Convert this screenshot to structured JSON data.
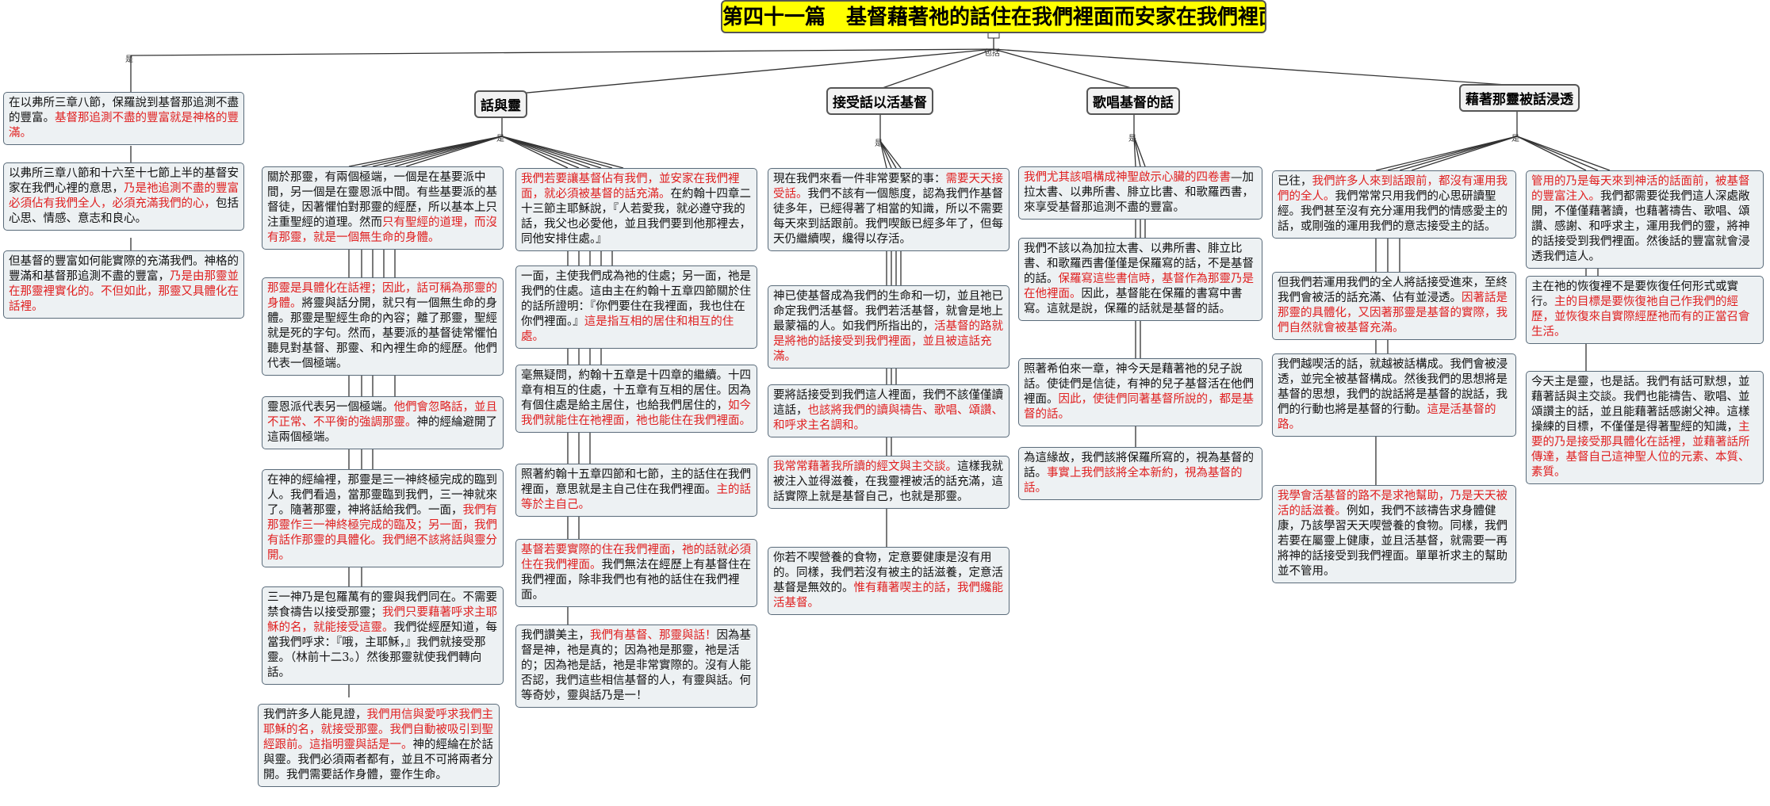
{
  "title": "第四十一篇　基督藉著祂的話住在我們裡面而安家在我們裡面",
  "connector_labels": {
    "is": "是",
    "includes": "包括"
  },
  "headers": {
    "word_spirit": "話與靈",
    "receive_word": "接受話以活基督",
    "sing_word": "歌唱基督的話",
    "spirit_pray_word": "藉著那靈被話浸透"
  },
  "left_nodes": [
    {
      "plain": "在以弗所三章八節，保羅說到基督那追測不盡的豐富。",
      "red": "基督那追測不盡的豐富就是神格的豐滿。",
      "tail": ""
    },
    {
      "plain": "以弗所三章八節和十六至十七節上半的基督安家在我們心裡的意思，",
      "red": "乃是祂追測不盡的豐富必須佔有我們全人，必須充滿我們的心，",
      "tail": "包括心思、情感、意志和良心。"
    },
    {
      "plain": "但基督的豐富如何能實際的充滿我們。神格的豐滿和基督那追測不盡的豐富，",
      "red": "乃是由那靈並在那靈裡實化的。不但如此，那靈又具體化在話裡。",
      "tail": ""
    }
  ],
  "col1": [
    {
      "plain": "關於那靈，有兩個極端，一個是在基要派中間，另一個是在靈恩派中間。有些基要派的基督徒，因著懼怕對那靈的經歷，所以基本上只注重聖經的道理。然而",
      "red": "只有聖經的道理，而沒有那靈，就是一個無生命的身體。",
      "tail": ""
    },
    {
      "plain": "",
      "red": "那靈是具體化在話裡；因此，話可稱為那靈的身體。",
      "tail": "將靈與話分開，就只有一個無生命的身體。那靈是聖經生命的內容；離了那靈，聖經就是死的字句。然而，基要派的基督徒常懼怕聽見對基督、那靈、和內裡生命的經歷。他們代表一個極端。"
    },
    {
      "plain": "靈恩派代表另一個極端。",
      "red": "他們會忽略話，並且不正常、不平衡的強調那靈。",
      "tail": "神的經綸避開了這兩個極端。"
    },
    {
      "plain": "在神的經綸裡，那靈是三一神終極完成的臨到人。我們看過，當那靈臨到我們，三一神就來了。隨著那靈，神將話給我們。一面，",
      "red": "我們有那靈作三一神終極完成的臨及；另一面，我們有話作那靈的具體化。我們絕不該將話與靈分開。",
      "tail": ""
    },
    {
      "plain": "三一神乃是包羅萬有的靈與我們同在。不需要禁食禱告以接受那靈；",
      "red": "我們只要藉著呼求主耶穌的名，就能接受這靈。",
      "tail": "我們從經歷知道，每當我們呼求：『哦，主耶穌，』我們就接受那靈。（林前十二3。）然後那靈就使我們轉向話。"
    },
    {
      "plain": "我們許多人能見證，",
      "red": "我們用信與愛呼求我們主耶穌的名，就接受那靈。我們自動被吸引到聖經跟前。這指明靈與話是一。",
      "tail": "神的經綸在於話與靈。我們必須兩者都有，並且不可將兩者分開。我們需要話作身體，靈作生命。"
    }
  ],
  "col2": [
    {
      "plain": "",
      "red": "我們若要讓基督佔有我們，並安家在我們裡面，就必須被基督的話充滿。",
      "tail": "在約翰十四章二十三節主耶穌說，『人若愛我，就必遵守我的話，我父也必愛他，並且我們要到他那裡去，同他安排住處。』"
    },
    {
      "plain": "一面，主使我們成為祂的住處；另一面，祂是我們的住處。這由主在約翰十五章四節關於住的話所證明：『你們要住在我裡面，我也住在你們裡面。』",
      "red": "這是指互相的居住和相互的住處。",
      "tail": ""
    },
    {
      "plain": "毫無疑問，約翰十五章是十四章的繼續。十四章有相互的住處，十五章有互相的居住。因為有個住處是給主居住，也給我們居住的，",
      "red": "如今我們就能住在祂裡面，祂也能住在我們裡面。",
      "tail": ""
    },
    {
      "plain": "照著約翰十五章四節和七節，主的話住在我們裡面，意思就是主自己住在我們裡面。",
      "red": "主的話等於主自己。",
      "tail": ""
    },
    {
      "plain": "",
      "red": "基督若要實際的住在我們裡面，祂的話就必須住在我們裡面。",
      "tail": "我們無法在經歷上有基督住在我們裡面，除非我們也有祂的話住在我們裡面。"
    },
    {
      "plain": "我們讚美主，",
      "red": "我們有基督、那靈與話！",
      "tail": "因為基督是神，祂是真的；因為祂是那靈，祂是活的；因為祂是話，祂是非常實際的。沒有人能否認，我們這些相信基督的人，有靈與話。何等奇妙，靈與話乃是一！"
    }
  ],
  "col3": [
    {
      "plain": "現在我們來看一件非常要緊的事：",
      "red": "需要天天接受話。",
      "tail": "我們不該有一個態度，認為我們作基督徒多年，已經得著了相當的知識，所以不需要每天來到話跟前。我們喫飯已經多年了，但每天仍繼續喫，纔得以存活。"
    },
    {
      "plain": "神已使基督成為我們的生命和一切，並且祂已命定我們活基督。我們若活基督，就會是地上最蒙福的人。如我們所指出的，",
      "red": "活基督的路就是將祂的話接受到我們裡面，並且被這話充滿。",
      "tail": ""
    },
    {
      "plain": "要將話接受到我們這人裡面，我們不該僅僅讀這話，",
      "red": "也該將我們的讀與禱告、歌唱、頌讚、和呼求主名調和。",
      "tail": ""
    },
    {
      "plain": "",
      "red": "我常常藉著我所讀的經文與主交談。",
      "tail": "這樣我就被注入並得滋養，在我靈裡被活的話充滿，這話實際上就是基督自己，也就是那靈。"
    },
    {
      "plain": "你若不喫營養的食物，定意要健康是沒有用的。同樣，我們若沒有被主的話滋養，定意活基督是無效的。",
      "red": "惟有藉著喫主的話，我們纔能活基督。",
      "tail": ""
    }
  ],
  "col4": [
    {
      "plain": "",
      "red": "我們尤其該唱構成神聖啟示心臟的四卷書",
      "tail": "—加拉太書、以弗所書、腓立比書、和歌羅西書，來享受基督那追測不盡的豐富。"
    },
    {
      "plain": "我們不該以為加拉太書、以弗所書、腓立比書、和歌羅西書僅僅是保羅寫的話，不是基督的話。",
      "red": "保羅寫這些書信時，基督作為那靈乃是在他裡面。",
      "tail": "因此，基督能在保羅的書寫中書寫。這就是說，保羅的話就是基督的話。"
    },
    {
      "plain": "照著希伯來一章，神今天是藉著祂的兒子說話。使徒們是信徒，有神的兒子基督活在他們裡面。",
      "red": "因此，使徒們同著基督所說的，都是基督的話。",
      "tail": ""
    },
    {
      "plain": "為這緣故，我們該將保羅所寫的，視為基督的話。",
      "red": "事實上我們該將全本新約，視為基督的話。",
      "tail": ""
    }
  ],
  "col5": [
    {
      "plain": "已往，",
      "red": "我們許多人來到話跟前，都沒有運用我們的全人。",
      "tail": "我們常常只用我們的心思研讀聖經。我們甚至沒有充分運用我們的情感愛主的話，或剛強的運用我們的意志接受主的話。"
    },
    {
      "plain": "但我們若運用我們的全人將話接受進來，至終我們會被活的話充滿、佔有並浸透。",
      "red": "因著話是那靈的具體化，又因著那靈是基督的實際，我們自然就會被基督充滿。",
      "tail": ""
    },
    {
      "plain": "我們越喫活的話，就越被話構成。我們會被浸透，並完全被基督構成。然後我們的思想將是基督的思想，我們的說話將是基督的說話，我們的行動也將是基督的行動。",
      "red": "這是活基督的路。",
      "tail": ""
    },
    {
      "plain": "",
      "red": "我學會活基督的路不是求祂幫助，乃是天天被活的話滋養。",
      "tail": "例如，我們不該禱告求身體健康，乃該學習天天喫營養的食物。同樣，我們若要在屬靈上健康，並且活基督，就需要一再將神的話接受到我們裡面。單單祈求主的幫助並不管用。"
    }
  ],
  "col6": [
    {
      "plain": "",
      "red": "管用的乃是每天來到神活的話面前，被基督的豐富注入。",
      "tail": "我們都需要從我們這人深處敞開，不僅僅藉著讀，也藉著禱告、歌唱、頌讚、感謝、和呼求主，運用我們的靈，將神的話接受到我們裡面。然後話的豐富就會浸透我們這人。"
    },
    {
      "plain": "主在祂的恢復裡不是要恢復任何形式或實行。",
      "red": "主的目標是要恢復祂自己作我們的經歷，並恢復來自實際經歷祂而有的正當召會生活。",
      "tail": ""
    },
    {
      "plain": "今天主是靈，也是話。我們有話可默想，並藉著話與主交談。我們也能禱告、歌唱、並頌讚主的話，並且能藉著話感謝父神。這樣操練的目標，不僅僅是得著聖經的知識，",
      "red": "主要的乃是接受那具體化在話裡，並藉著話所傳達，基督自己這神聖人位的元素、本質、素質。",
      "tail": ""
    }
  ]
}
